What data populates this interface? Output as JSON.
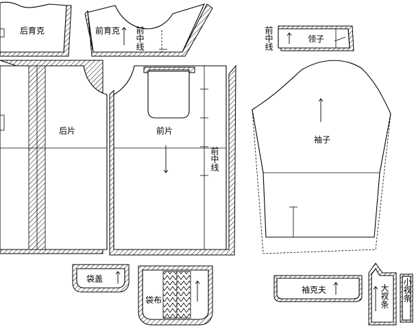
{
  "labels": {
    "back_yoke": "后育克",
    "front_yoke": "前育克",
    "front_center_yoke": "前中线",
    "collar_front_center": "前中线",
    "collar": "领子",
    "back_piece": "后片",
    "front_piece": "前片",
    "front_center_body": "前中线",
    "sleeve": "袖子",
    "pocket_flap": "袋盖",
    "pocket_bag": "袋布",
    "cuff": "袖克夫",
    "big_placket": "大衩条",
    "small_placket": "小衩条"
  }
}
